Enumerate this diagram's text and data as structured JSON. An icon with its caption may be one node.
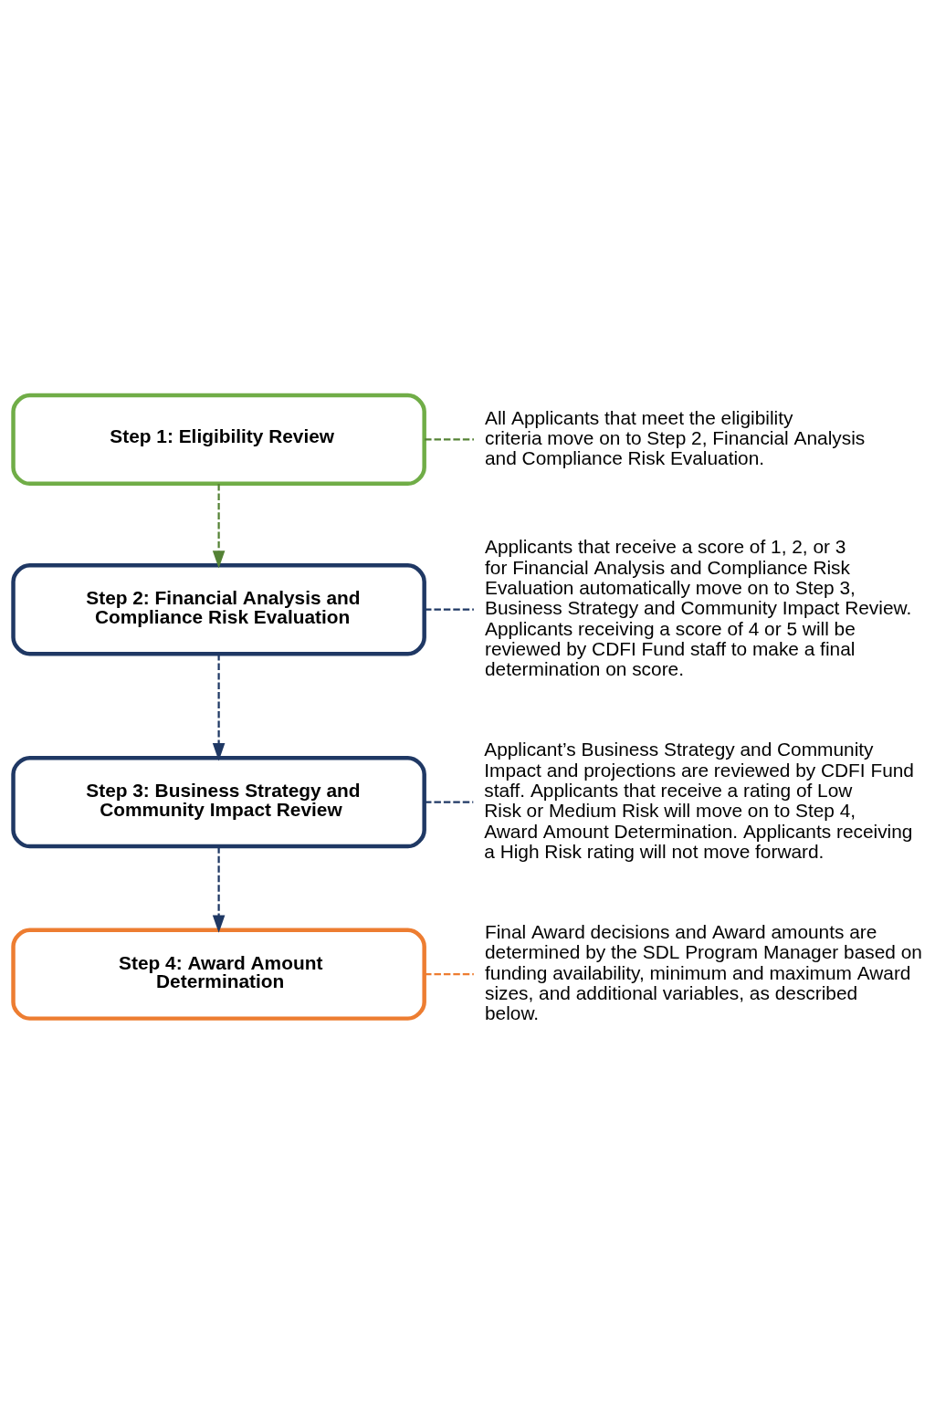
{
  "diagram": {
    "nodes": [
      {
        "text": [
          "Step 1:  Eligibility Review"
        ]
      },
      {
        "text": [
          "All Applicants that meet the eligibility criteria move on to Step 2, Financial Analysis and Compliance Risk Evaluation."
        ]
      },
      {
        "text": [
          "Step 2: Financial Analysis and Compliance Risk Evaluation"
        ]
      },
      {
        "text": [
          "Applicants that receive a score of 1, 2, or 3 for Financial Analysis and Compliance Risk Evaluation automatically move on to Step 3, Business Strategy and Community Impact Review. Applicants receiving a score of 4 or 5  will be reviewed by CDFI Fund staff to make a final determination on score."
        ]
      },
      {
        "text": [
          "Step 3:  Business Strategy and Community Impact Review"
        ]
      },
      {
        "text": [
          "Applicant’s Business Strategy and Community Impact and projections are reviewed by CDFI Fund staff. Applicants that receive a rating of Low Risk or Medium Risk will move on to Step 4, Award Amount Determination. Applicants receiving a High Risk rating will not move forward."
        ]
      },
      {
        "text": [
          "Step 4:  Award Amount Determination"
        ]
      },
      {
        "text": [
          "Final Award decisions and Award amounts are determined by the SDL Program Manager based on funding availability,  minimum and maximum Award sizes, and additional variables, as described below."
        ]
      }
    ],
    "edges": [
      {
        "from": 0,
        "to": 2,
        "arrow": "to",
        "style": "dashed",
        "color": "#548235"
      },
      {
        "from": 0,
        "to": 1,
        "arrow": "none",
        "style": "dashed",
        "color": "#548235"
      },
      {
        "from": 2,
        "to": 4,
        "arrow": "to",
        "style": "dashed"
      },
      {
        "from": 2,
        "to": 3,
        "arrow": "none",
        "style": "dashed"
      },
      {
        "from": 4,
        "to": 6,
        "arrow": "to",
        "style": "dashed"
      },
      {
        "from": 4,
        "to": 5,
        "arrow": "none",
        "style": "dashed"
      },
      {
        "from": 6,
        "to": 7,
        "arrow": "none",
        "style": "dashed",
        "color": "#ed7d31"
      }
    ]
  }
}
